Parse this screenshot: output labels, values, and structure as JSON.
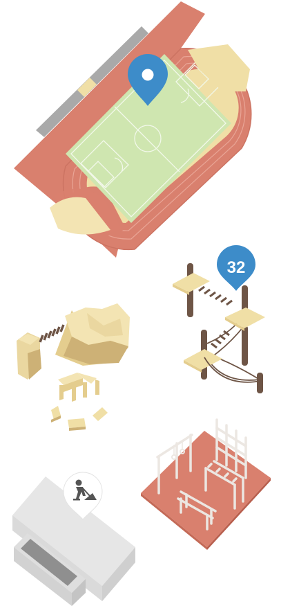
{
  "map": {
    "colors": {
      "pin": "#3d8cc9",
      "pin_white": "#ffffff",
      "track": "#d9806e",
      "track_dark": "#c96c5a",
      "track_line": "#e9a596",
      "pitch": "#cfe6b0",
      "pitch_line": "#f2f8ea",
      "sand": "#f0dfa6",
      "rock_light": "#f3e4b3",
      "rock_mid": "#e4cd8e",
      "rock_dark": "#cdb176",
      "wood_dark": "#6e5546",
      "court": "#d9806e",
      "court_dark": "#c46a57",
      "equip": "#ece7e2",
      "building_top": "#e6e6e6",
      "building_side": "#cfcfcf",
      "building_front": "#dadada",
      "building_hole": "#8f8f8f",
      "gray_strip": "#a9a9a9"
    },
    "markers": [
      {
        "name": "stadium-marker",
        "icon": "location-pin-icon"
      },
      {
        "name": "ropes-course-marker",
        "count": "32"
      },
      {
        "name": "construction-marker",
        "icon": "construction-worker-icon"
      }
    ],
    "areas": [
      "athletics-stadium",
      "rock-climbing-area",
      "rope-adventure-course",
      "outdoor-fitness-court",
      "building-under-construction"
    ]
  }
}
